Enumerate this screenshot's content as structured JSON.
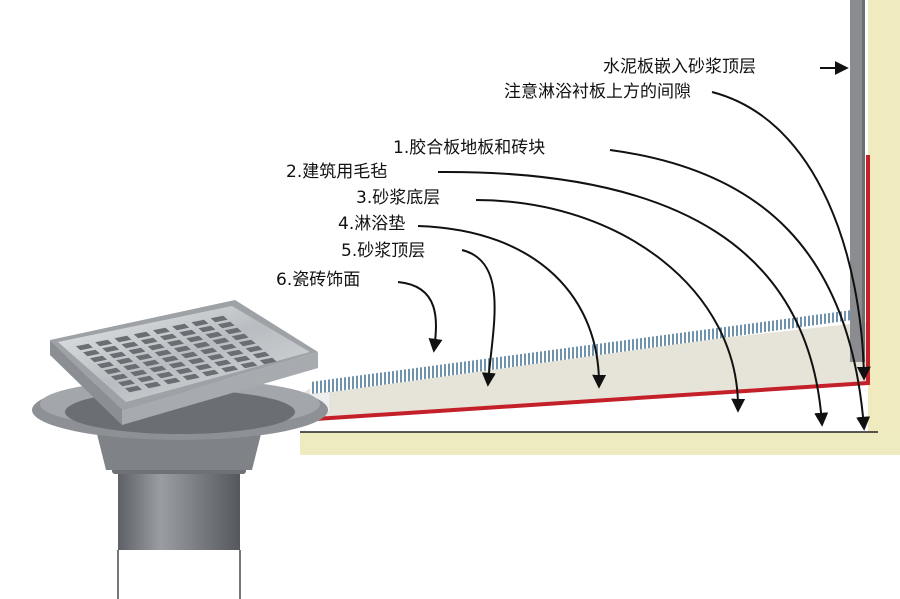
{
  "labels": {
    "cement_board": "水泥板嵌入砂浆顶层",
    "gap_note": "注意淋浴衬板上方的间隙",
    "layer1": "1.胶合板地板和砖块",
    "layer2": "2.建筑用毛毡",
    "layer3": "3.砂浆底层",
    "layer4": "4.淋浴垫",
    "layer5": "5.砂浆顶层",
    "layer6": "6.瓷砖饰面"
  },
  "colors": {
    "wall": "#f0ebbe",
    "subfloor": "#efebc0",
    "mortar": "#e6e3d8",
    "shower_pan": "#c4202a",
    "tile": "#6f93ad",
    "cement_board": "#8b8c8f",
    "drain_body": "#7f8287",
    "grate": "#c9cccf"
  },
  "icons": {
    "arrow": "curved-arrow-icon",
    "drain": "floor-drain-icon"
  }
}
